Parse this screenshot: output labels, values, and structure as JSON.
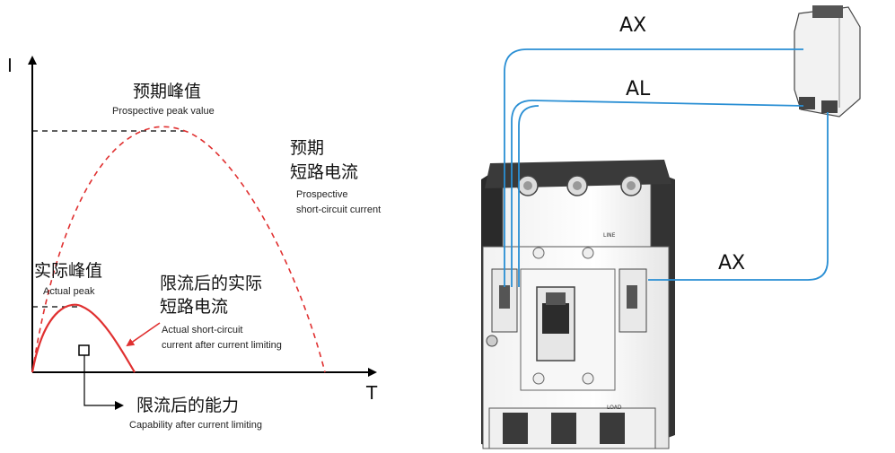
{
  "graph": {
    "y_axis_label": "I",
    "x_axis_label": "T",
    "prospective_peak": {
      "zh": "预期峰值",
      "en": "Prospective peak value"
    },
    "prospective_current": {
      "zh_line1": "预期",
      "zh_line2": "短路电流",
      "en_line1": "Prospective",
      "en_line2": "short-circuit current"
    },
    "actual_peak": {
      "zh": "实际峰值",
      "en": "Actual peak"
    },
    "actual_current": {
      "zh_line1": "限流后的实际",
      "zh_line2": "短路电流",
      "en_line1": "Actual short-circuit",
      "en_line2": "current after current limiting"
    },
    "capability": {
      "zh": "限流后的能力",
      "en": "Capability after current limiting"
    }
  },
  "wiring": {
    "ax_top": "AX",
    "al": "AL",
    "ax_right": "AX",
    "breaker_line_label": "LINE",
    "breaker_load_label": "LOAD"
  },
  "colors": {
    "wire": "#2a8fd4",
    "prospective_curve": "#e03030",
    "actual_curve": "#e03030",
    "axis": "#000000"
  }
}
